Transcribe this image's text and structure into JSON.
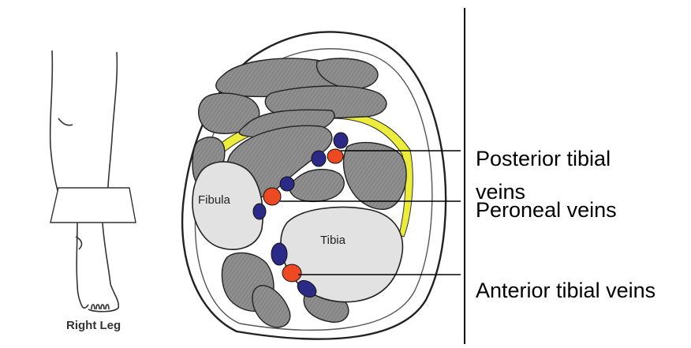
{
  "figure": {
    "leg_caption": "Right Leg",
    "bone_labels": {
      "fibula": "Fibula",
      "tibia": "Tibia"
    },
    "callouts": {
      "posterior_tibial": "Posterior tibial veins",
      "peroneal": "Peroneal veins",
      "anterior_tibial": "Anterior tibial veins"
    },
    "colors": {
      "muscle": "#8f8f8f",
      "bone": "#e2e2e2",
      "vein": "#2b2a86",
      "artery": "#ee4a22",
      "fascia": "#ecec3a",
      "outline": "#222222"
    }
  }
}
